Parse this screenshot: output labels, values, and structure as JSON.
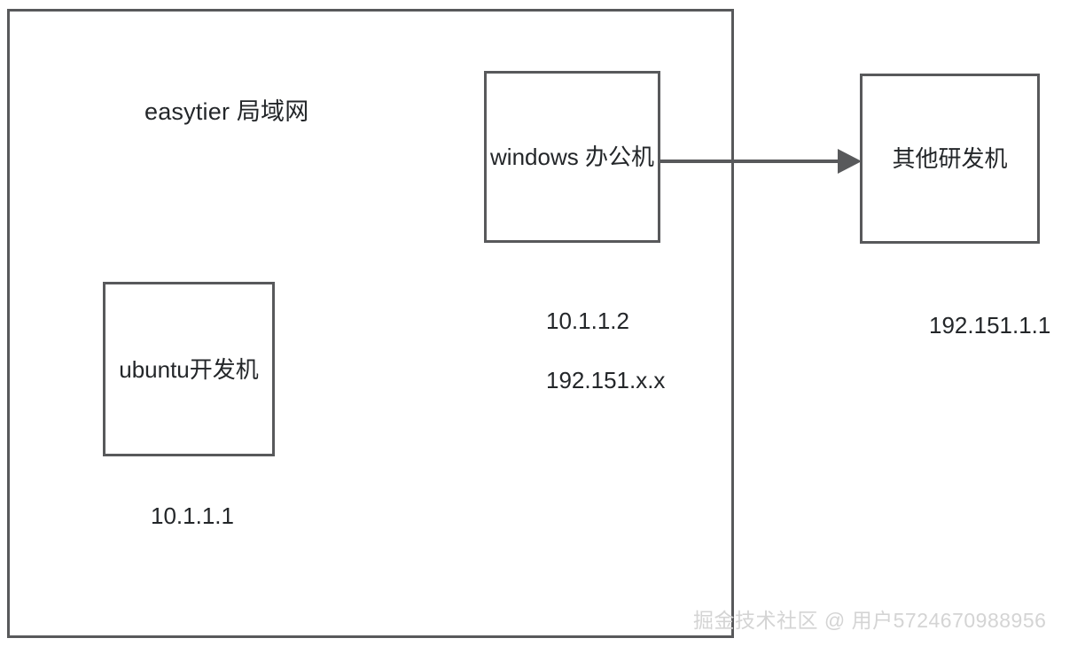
{
  "diagram": {
    "lan": {
      "title": "easytier 局域网"
    },
    "nodes": [
      {
        "id": "ubuntu",
        "label": "ubuntu开发机",
        "ip": "10.1.1.1"
      },
      {
        "id": "windows",
        "label": "windows 办公机",
        "ip_lan": "10.1.1.2",
        "ip_office": "192.151.x.x"
      },
      {
        "id": "other",
        "label": "其他研发机",
        "ip": "192.151.1.1"
      }
    ],
    "connection": {
      "from": "windows",
      "to": "other",
      "arrow_icon": "arrow-right-icon"
    }
  },
  "watermark": {
    "text": "掘金技术社区 @ 用户5724670988956"
  },
  "colors": {
    "stroke": "#58595b",
    "text": "#232629",
    "background": "#ffffff",
    "watermark": "#d4d4d4"
  }
}
